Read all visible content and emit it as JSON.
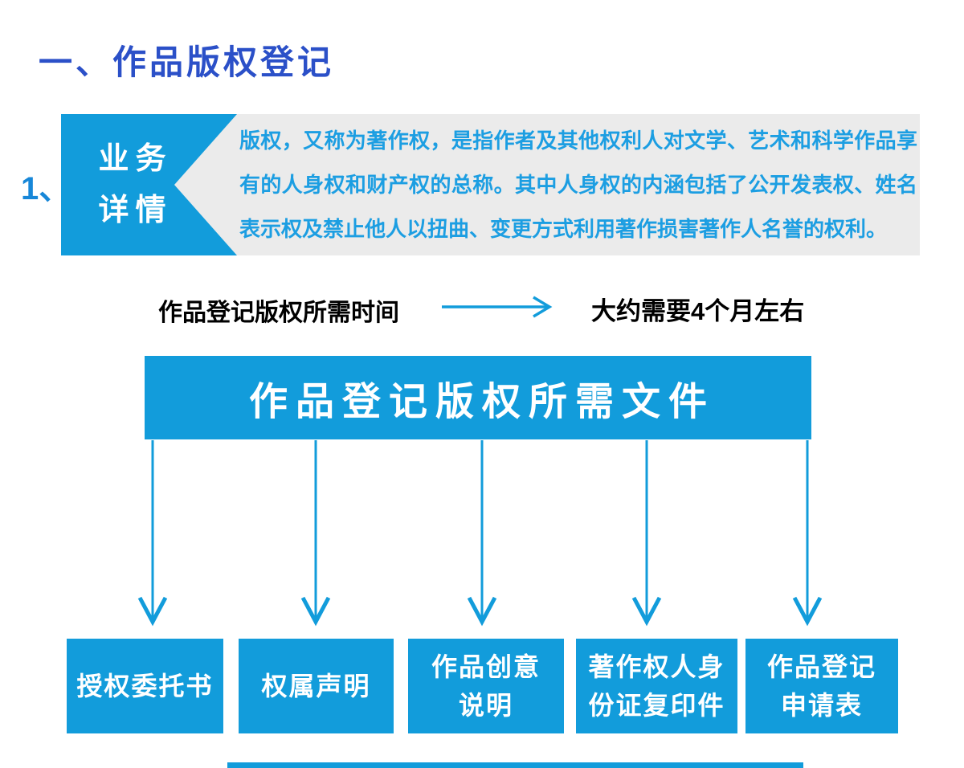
{
  "colors": {
    "accent": "#129CDB",
    "title": "#2B50C8",
    "number": "#1787D8",
    "paragraph": "#1C9EE2",
    "panel": "#EBEBEB",
    "ink": "#000000"
  },
  "header": {
    "title": "一、作品版权登记"
  },
  "section": {
    "number_label": "1、",
    "tag_label": "业务\n详情",
    "description": "版权，又称为著作权，是指作者及其他权利人对文学、艺术和科学作品享有的人身权和财产权的总称。其中人身权的内涵包括了公开发表权、姓名表示权及禁止他人以扭曲、变更方式利用著作损害著作人名誉的权利。"
  },
  "timeline": {
    "label": "作品登记版权所需时间",
    "arrow_icon": "right-arrow",
    "value": "大约需要4个月左右"
  },
  "documents": {
    "banner_label": "作品登记版权所需文件",
    "connector_icon": "down-arrow",
    "items": [
      {
        "label": "授权委托书"
      },
      {
        "label": "权属声明"
      },
      {
        "label": "作品创意\n说明"
      },
      {
        "label": "著作权人身\n份证复印件"
      },
      {
        "label": "作品登记\n申请表"
      }
    ]
  }
}
